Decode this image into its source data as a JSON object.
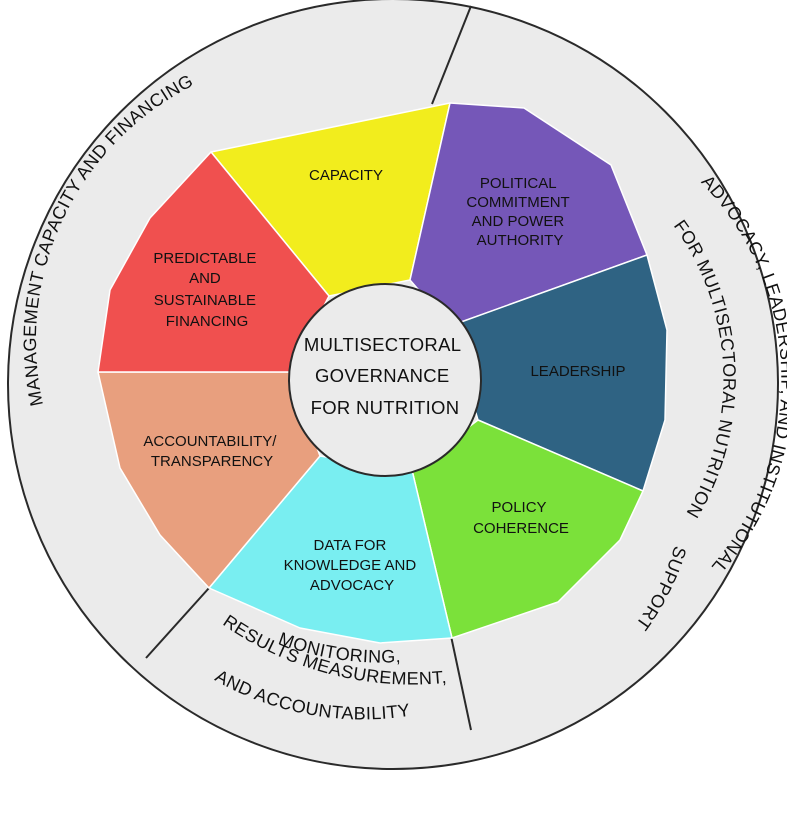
{
  "center": {
    "lines": [
      "MULTISECTORAL",
      "GOVERNANCE",
      "FOR NUTRITION"
    ],
    "color": "#ebebeb"
  },
  "segments": [
    {
      "id": "capacity",
      "lines": [
        "CAPACITY"
      ],
      "color": "#f2ed1d"
    },
    {
      "id": "political",
      "lines": [
        "POLITICAL",
        "COMMITMENT",
        "AND POWER",
        "AUTHORITY"
      ],
      "color": "#7557b8"
    },
    {
      "id": "leadership",
      "lines": [
        "LEADERSHIP"
      ],
      "color": "#2f6383"
    },
    {
      "id": "policy",
      "lines": [
        "POLICY",
        "COHERENCE"
      ],
      "color": "#7be13a"
    },
    {
      "id": "data",
      "lines": [
        "DATA FOR",
        "KNOWLEDGE AND",
        "ADVOCACY"
      ],
      "color": "#79eef1"
    },
    {
      "id": "accountability",
      "lines": [
        "ACCOUNTABILITY/",
        "TRANSPARENCY"
      ],
      "color": "#e89f7e"
    },
    {
      "id": "financing",
      "lines": [
        "PREDICTABLE",
        "AND",
        "SUSTAINABLE",
        "FINANCING"
      ],
      "color": "#f0504f"
    }
  ],
  "outer_ring": {
    "color": "#ebebeb",
    "left_label": "MANAGEMENT CAPACITY AND FINANCING",
    "right_label_lines": [
      "ADVOCACY, LEADERSHIP, AND INSTITUTIONAL",
      "FOR MULTISECTORAL NUTRITION",
      "SUPPORT"
    ],
    "bottom_label_lines": [
      "RESULTS MEASUREMENT,",
      "MONITORING,",
      "AND ACCOUNTABILITY"
    ]
  }
}
